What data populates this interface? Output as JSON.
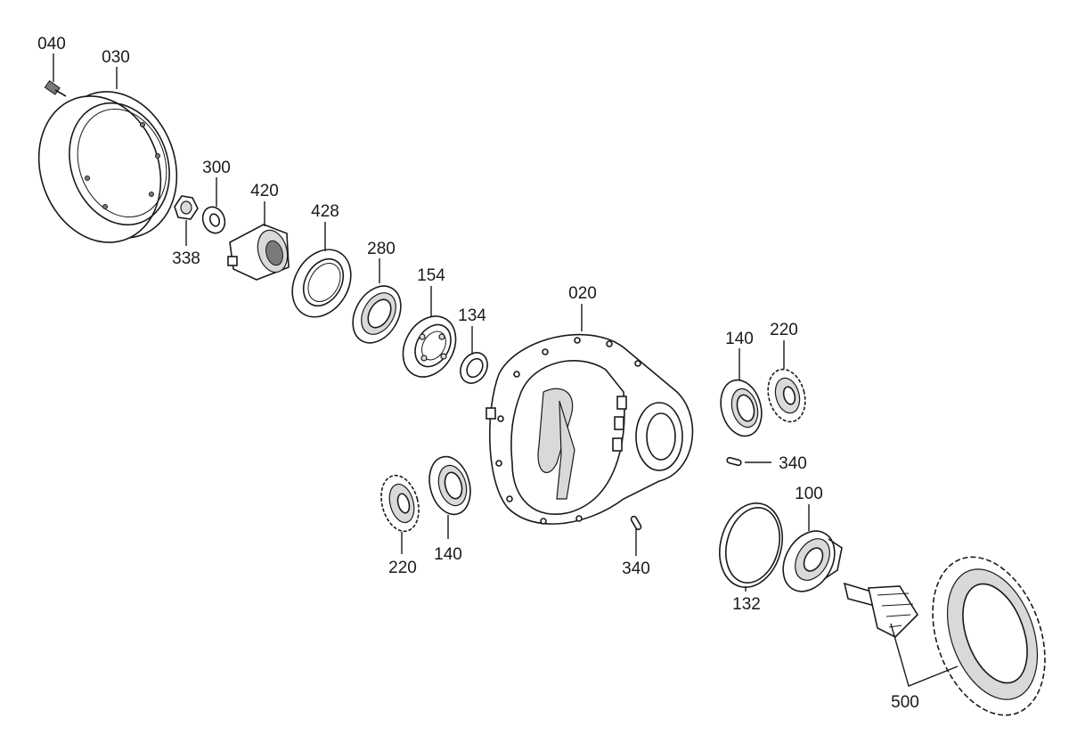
{
  "parts": {
    "p040": "040",
    "p030": "030",
    "p300": "300",
    "p420": "420",
    "p338": "338",
    "p428": "428",
    "p280": "280",
    "p154": "154",
    "p134": "134",
    "p020": "020",
    "p140_right": "140",
    "p220_right": "220",
    "p340_right": "340",
    "p100": "100",
    "p132": "132",
    "p220_left": "220",
    "p140_left": "140",
    "p340_center": "340",
    "p500": "500"
  }
}
